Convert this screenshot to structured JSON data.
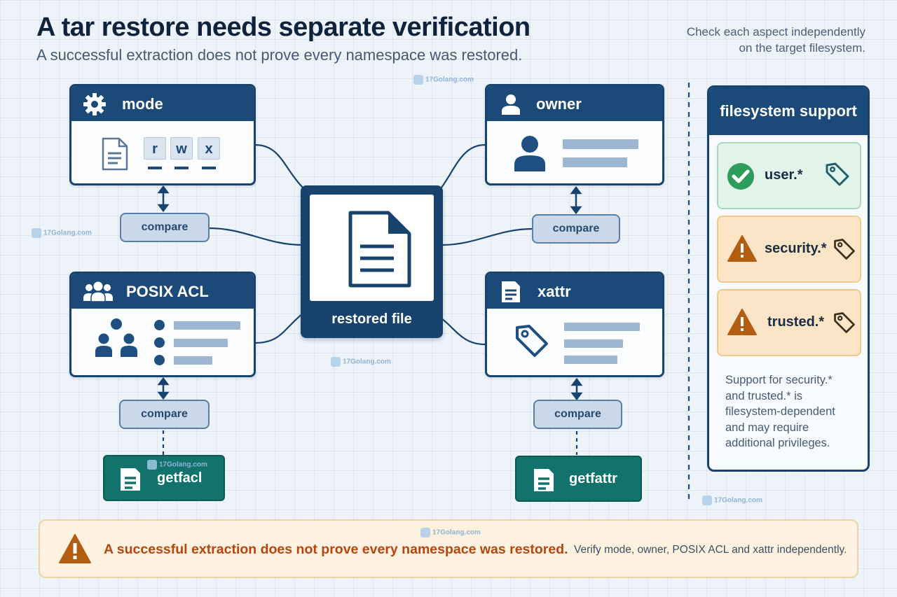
{
  "header": {
    "title": "A tar restore needs separate verification",
    "subtitle": "A successful extraction does not prove every namespace was restored.",
    "hint_line1": "Check each aspect independently",
    "hint_line2": "on the target filesystem."
  },
  "center": {
    "label": "restored file",
    "icon": "document-icon"
  },
  "aspects": {
    "mode": {
      "title": "mode",
      "icon": "gear-icon",
      "perms": [
        "r",
        "w",
        "x"
      ]
    },
    "owner": {
      "title": "owner",
      "icon": "person-icon"
    },
    "acl": {
      "title": "POSIX ACL",
      "icon": "users-icon"
    },
    "xattr": {
      "title": "xattr",
      "icon": "tag-icon"
    }
  },
  "compare_label": "compare",
  "tools": {
    "acl": "getfacl",
    "xattr": "getfattr"
  },
  "filesystem": {
    "title": "filesystem support",
    "namespaces": [
      {
        "name": "user.*",
        "status": "supported",
        "icon": "check-icon",
        "color": "#2e9c5a"
      },
      {
        "name": "security.*",
        "status": "warning",
        "icon": "warning-icon",
        "color": "#b25d0f"
      },
      {
        "name": "trusted.*",
        "status": "warning",
        "icon": "warning-icon",
        "color": "#b25d0f"
      }
    ],
    "note": [
      "Support for security.*",
      "and trusted.* is",
      "filesystem-dependent",
      "and may require",
      "additional privileges."
    ]
  },
  "banner": {
    "main": "A successful extraction does not prove every namespace was restored.",
    "sub": "Verify mode, owner, POSIX ACL and xattr independently."
  },
  "colors": {
    "navy": "#1b4a78",
    "teal": "#12736d",
    "warning": "#b25d0f",
    "success": "#2e9c5a"
  },
  "watermark": "17Golang.com"
}
